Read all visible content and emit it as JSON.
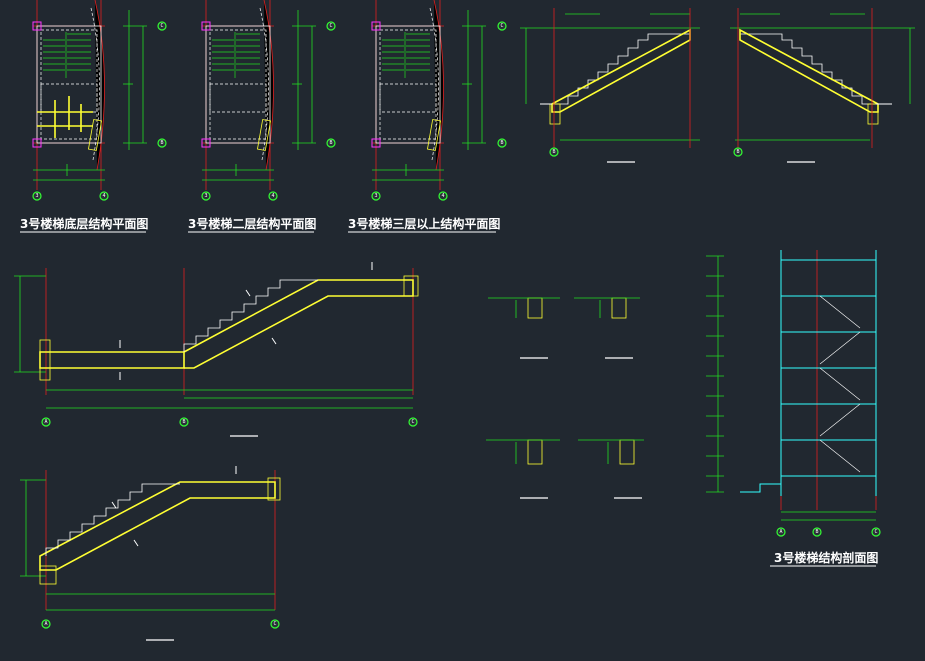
{
  "titles": {
    "plan_ground": "3号楼梯底层结构平面图",
    "plan_second": "3号楼梯二层结构平面图",
    "plan_third_up": "3号楼梯三层以上结构平面图",
    "section": "3号楼梯结构剖面图"
  },
  "axis_labels": {
    "plan_vertical_top": "C",
    "plan_vertical_bottom": "B",
    "plan_bottom_left": "3",
    "plan_bottom_right": "4",
    "elev_left": "A",
    "elev_mid": "B",
    "elev_right": "C"
  },
  "colors": {
    "background": "#212830",
    "grid": "#e02020",
    "dimension": "#22dd22",
    "structure": "#ffff33",
    "section": "#33ffff",
    "column": "#ff33ff"
  }
}
